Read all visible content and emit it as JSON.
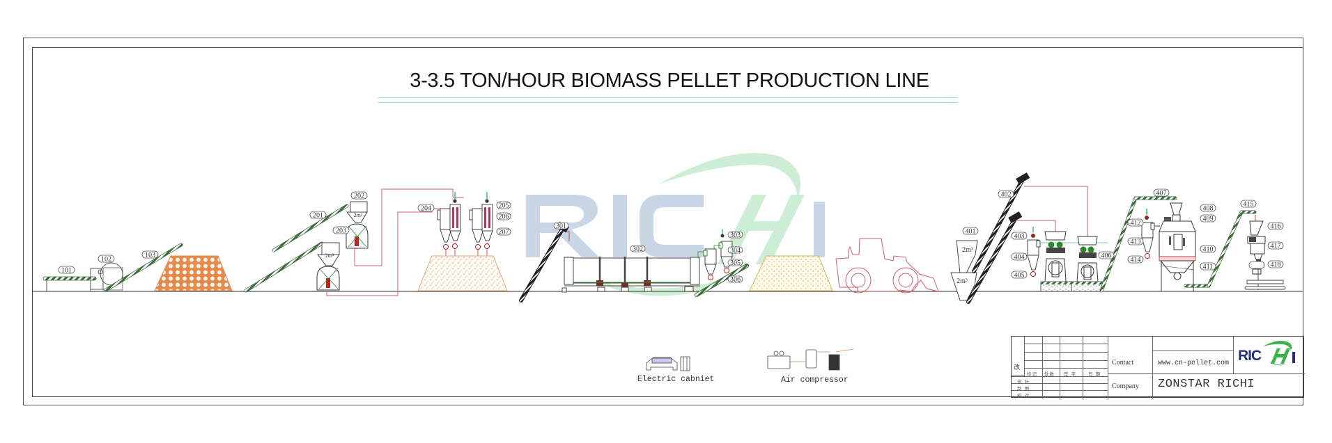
{
  "drawing": {
    "title": "3-3.5 TON/HOUR BIOMASS PELLET PRODUCTION LINE",
    "watermark": "RICHi",
    "colors": {
      "frame": "#444444",
      "title_rule": "#9fe0da",
      "conveyor": "#3c6b3c",
      "pile_sawdust_orange": "#e38a4e",
      "pile_fine": "#e9c58a",
      "pipe_red": "#d05a6a",
      "exhaust_green": "#3bc46b",
      "watermark_blue": "#c9d6e5",
      "watermark_green": "#cdeed4"
    }
  },
  "callouts": {
    "c101": "101",
    "c102": "102",
    "c103": "103",
    "c201": "201",
    "c202": "202",
    "c203": "203",
    "c204": "204",
    "c205": "205",
    "c206": "206",
    "c207": "207",
    "c301": "301",
    "c302": "302",
    "c303": "303",
    "c304": "304",
    "c305": "305",
    "c306": "306",
    "c401": "401",
    "c402": "402",
    "c403": "403",
    "c404": "404",
    "c405": "405",
    "c406": "406",
    "c407": "407",
    "c408": "408",
    "c409": "409",
    "c410": "410",
    "c411": "411",
    "c412": "412",
    "c413": "413",
    "c414": "414",
    "c415": "415",
    "c416": "416",
    "c417": "417",
    "c418": "418"
  },
  "hopper_labels": {
    "h202": "2m³",
    "h203": "2m³",
    "h401a": "2m³",
    "h401b": "2m³"
  },
  "legend": {
    "electric_cabinet": "Electric cabniet",
    "air_compressor": "Air compressor"
  },
  "title_block": {
    "revision_mark": "改",
    "col_headers": [
      "标记",
      "处数",
      "签 字",
      "日 期"
    ],
    "row_labels": [
      "设 计",
      "制 图",
      "校 对"
    ],
    "contact_label": "Contact",
    "contact_value": "www.cn-pellet.com",
    "company_label": "Company",
    "company_value": "ZONSTAR RICHI",
    "logo_text": "RICHi"
  }
}
